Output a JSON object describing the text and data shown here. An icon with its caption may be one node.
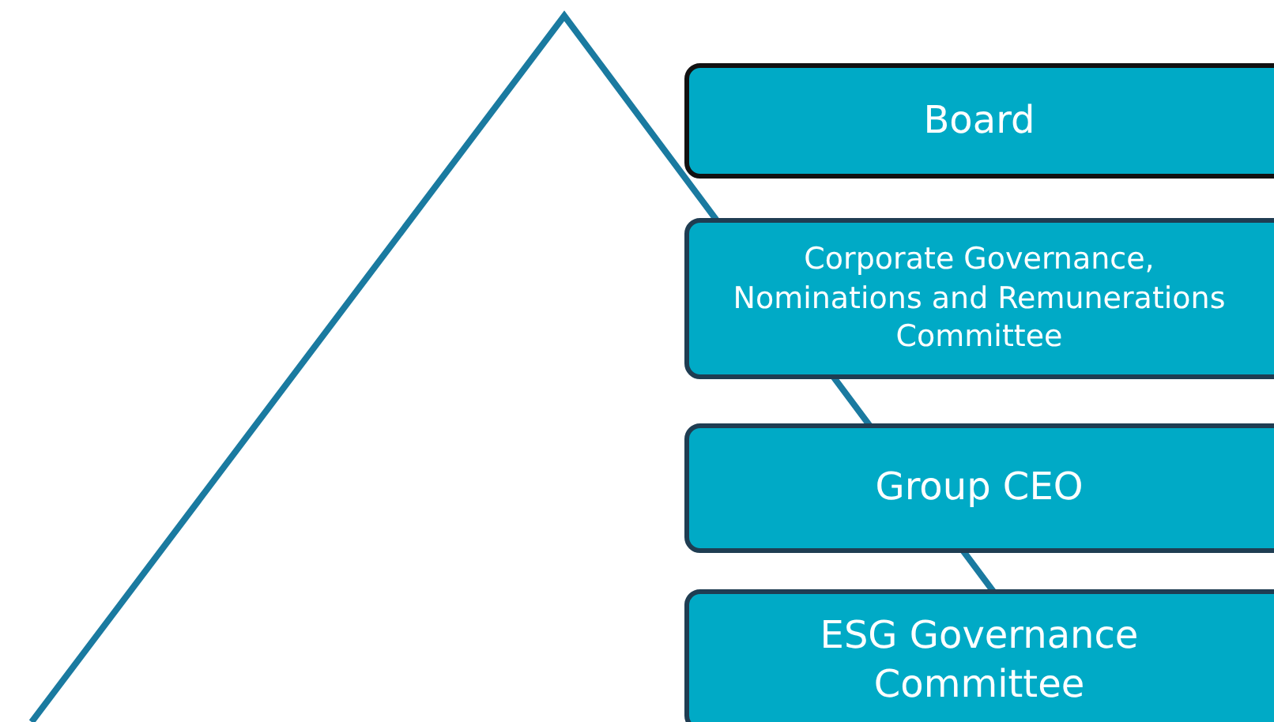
{
  "diagram": {
    "nodes": [
      {
        "text": [
          "Board"
        ]
      },
      {
        "text": [
          "Corporate Governance, Nominations and Remunerations Committee"
        ]
      },
      {
        "text": [
          "Group CEO"
        ]
      },
      {
        "text": [
          "ESG Governance Committee"
        ]
      }
    ]
  }
}
